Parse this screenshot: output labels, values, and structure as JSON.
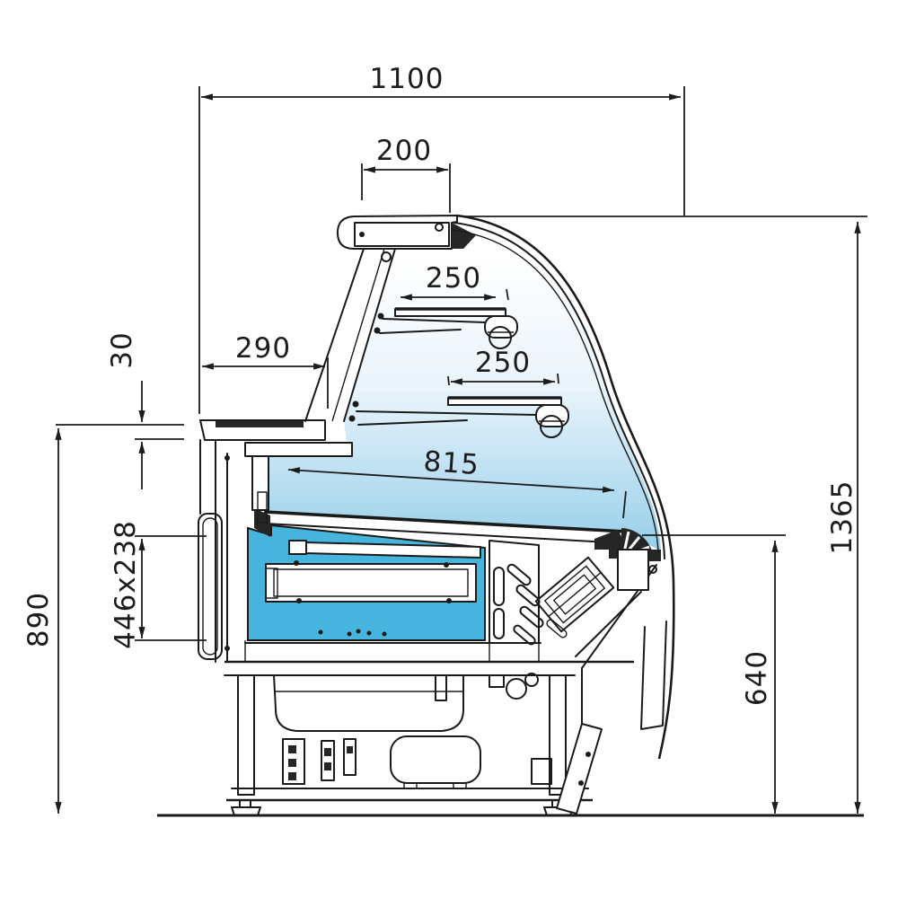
{
  "drawing": {
    "type": "technical-cross-section",
    "subject": "refrigerated serve-over display counter, side section with dimensions",
    "units": "mm",
    "dimensions": {
      "overall_depth": "1100",
      "canopy_depth": "200",
      "upper_shelf_depth": "250",
      "lower_shelf_depth": "250",
      "worktop_depth": "290",
      "worktop_thickness": "30",
      "worktop_height": "890",
      "well_cross_section": "446x238",
      "display_deck_depth": "815",
      "front_height": "640",
      "overall_height": "1365"
    },
    "colors": {
      "line": "#1a1a1a",
      "well_blue": "#47b4dd",
      "glass_gradient_top": "#ffffff",
      "glass_gradient_bottom": "#96cfe9"
    }
  }
}
